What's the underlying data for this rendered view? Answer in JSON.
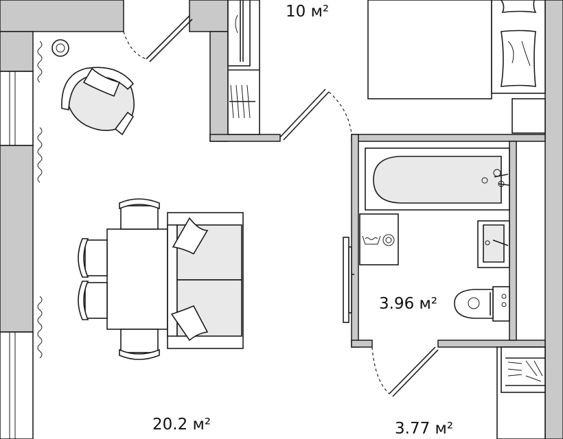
{
  "floor_plan": {
    "rooms": [
      {
        "id": "bedroom",
        "area_label": "10 м²"
      },
      {
        "id": "bathroom",
        "area_label": "3.96 м²"
      },
      {
        "id": "living-room",
        "area_label": "20.2 м²"
      },
      {
        "id": "hallway",
        "area_label": "3.77 м²"
      }
    ],
    "colors": {
      "wall": "#c9c9c9",
      "furniture_fill": "#e9e9e9",
      "line": "#1a1a1a",
      "background": "#ffffff"
    }
  }
}
